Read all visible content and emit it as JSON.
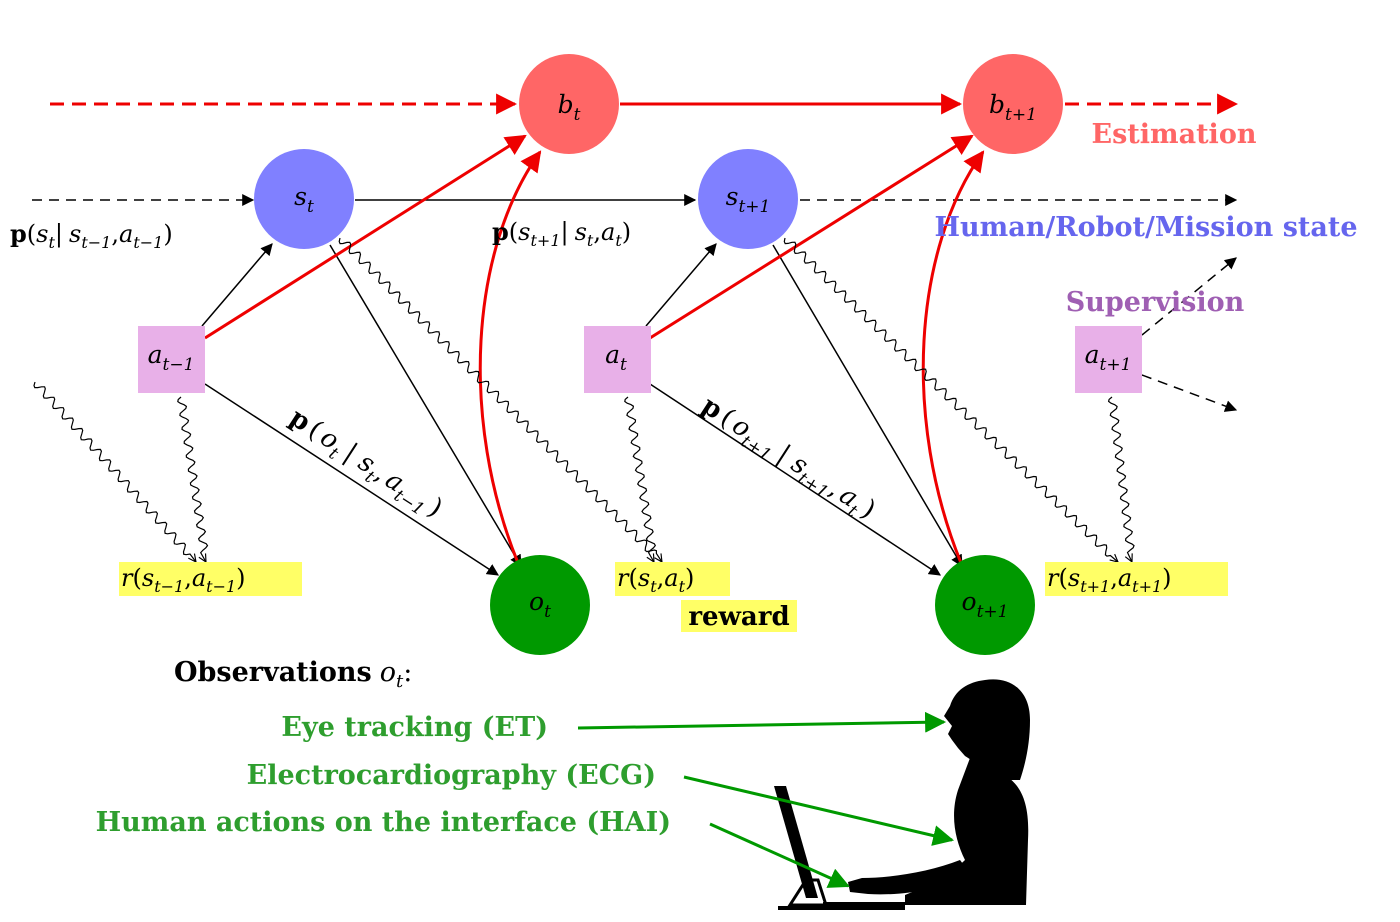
{
  "colors": {
    "estimation": "#ff6666",
    "state": "#8080ff",
    "supervision": "#9f5fb3",
    "action_fill": "#e8b0e8",
    "observation": "#009900",
    "observations_text": "#2e9e2e",
    "reward_highlight": "#ffff66",
    "red_arrow": "#ee0000"
  },
  "nodes": {
    "b_t": {
      "base": "b",
      "sub": "t"
    },
    "b_t1": {
      "base": "b",
      "sub": "t+1"
    },
    "s_t": {
      "base": "s",
      "sub": "t"
    },
    "s_t1": {
      "base": "s",
      "sub": "t+1"
    },
    "a_tm1": {
      "base": "a",
      "sub": "t−1"
    },
    "a_t": {
      "base": "a",
      "sub": "t"
    },
    "a_t1": {
      "base": "a",
      "sub": "t+1"
    },
    "o_t": {
      "base": "o",
      "sub": "t"
    },
    "o_t1": {
      "base": "o",
      "sub": "t+1"
    }
  },
  "legend": {
    "estimation": "Estimation",
    "state": "Human/Robot/Mission state",
    "supervision": "Supervision"
  },
  "transitions": {
    "first": {
      "p": "p",
      "open": "(",
      "s": "s",
      "s_sub": "t",
      "bar": "|",
      "s2": "s",
      "s2_sub": "t−1",
      "comma": ",",
      "a": "a",
      "a_sub": "t−1",
      "close": ")"
    },
    "second": {
      "p": "p",
      "open": "(",
      "s": "s",
      "s_sub": "t+1",
      "bar": "|",
      "s2": "s",
      "s2_sub": "t",
      "comma": ",",
      "a": "a",
      "a_sub": "t",
      "close": ")"
    }
  },
  "observation_models": {
    "first": {
      "p": "p",
      "open": "(",
      "o": "o",
      "o_sub": "t",
      "bar": "|",
      "s": "s",
      "s_sub": "t",
      "comma": ",",
      "a": "a",
      "a_sub": "t−1",
      "close": ")"
    },
    "second": {
      "p": "p",
      "open": "(",
      "o": "o",
      "o_sub": "t+1",
      "bar": "|",
      "s": "s",
      "s_sub": "t+1",
      "comma": ",",
      "a": "a",
      "a_sub": "t",
      "close": ")"
    }
  },
  "rewards": {
    "r1": {
      "r": "r",
      "open": "(",
      "s": "s",
      "s_sub": "t−1",
      "comma": ",",
      "a": "a",
      "a_sub": "t−1",
      "close": ")"
    },
    "r2": {
      "r": "r",
      "open": "(",
      "s": "s",
      "s_sub": "t",
      "comma": ",",
      "a": "a",
      "a_sub": "t",
      "close": ")"
    },
    "r3": {
      "r": "r",
      "open": "(",
      "s": "s",
      "s_sub": "t+1",
      "comma": ",",
      "a": "a",
      "a_sub": "t+1",
      "close": ")"
    },
    "reward_label": "reward"
  },
  "observations": {
    "heading": "Observations",
    "heading_var": "o",
    "heading_sub": "t",
    "heading_colon": ":",
    "et": "Eye tracking (ET)",
    "ecg": "Electrocardiography (ECG)",
    "hai": "Human actions on the interface (HAI)"
  }
}
